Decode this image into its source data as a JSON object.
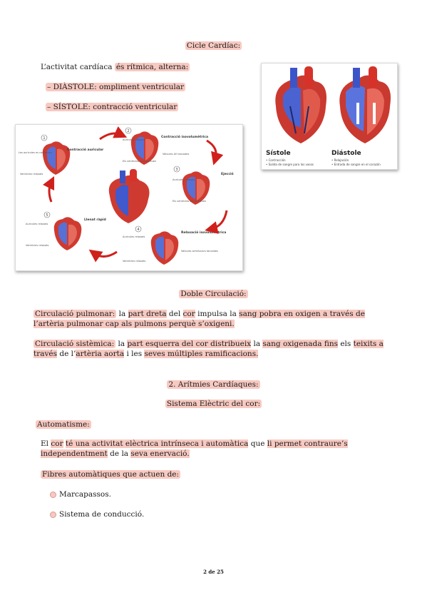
{
  "section1": {
    "title": "Cicle Cardíac:",
    "intro_prefix": "L’activitat cardíaca ",
    "intro_highlight": "és rítmica, alterna:",
    "items": [
      {
        "term": "– DIÀSTOLE:",
        "desc": " ompliment ventricular"
      },
      {
        "term": "– SÍSTOLE:",
        "desc": " contracció ventricular"
      }
    ]
  },
  "cycle_figure": {
    "steps": [
      {
        "num": "1",
        "label": "Contracció auricular",
        "notes": [
          "Les aurícules es contreuen",
          "Ventricles relaxats"
        ]
      },
      {
        "num": "2",
        "label": "Contracció isovolumètrica",
        "notes": [
          "Aurícules relaxats",
          "Vàlvules AV tancades",
          "Els ventricles es contreuen"
        ]
      },
      {
        "num": "3",
        "label": "Ejecció",
        "notes": [
          "Aurícules relaxats",
          "Els ventricles es contreuen"
        ]
      },
      {
        "num": "4",
        "label": "Relaxació isovolumètrica",
        "notes": [
          "Aurícules relaxats",
          "Vàlvules semilunars tancades",
          "Ventricles relaxats"
        ]
      },
      {
        "num": "5",
        "label": "Llenat ràpid",
        "notes": [
          "Aurícules relaxats",
          "Ventricles relaxats"
        ]
      }
    ]
  },
  "systole_figure": {
    "systole_title": "Sístole",
    "systole_notes": [
      "• Contracción",
      "• Salida de sangre para los vasos"
    ],
    "diastole_title": "Diástole",
    "diastole_notes": [
      "• Relajación",
      "• Entrada de sangre en el corazón"
    ]
  },
  "section2": {
    "title": "Doble Circulació:",
    "pulmonar": {
      "lead": "Circulació pulmonar:",
      "t1": " la ",
      "h1": "part dreta",
      "t2": " del ",
      "h2": "cor",
      "t3": " impulsa la ",
      "h3": "sang pobra en oxigen a través de l’artèria pulmonar cap als pulmons perquè s’oxigeni."
    },
    "sistemica": {
      "lead": "Circulació sistèmica:",
      "t1": " la ",
      "h1": "part esquerra del cor distribueix",
      "t2": " la ",
      "h2": "sang oxigenada fins",
      "t3": " els ",
      "h3": "teixits a través",
      "t4": " de l’",
      "h4": "artèria aorta",
      "t5": " i les ",
      "h5": "seves múltiples ramificacions."
    }
  },
  "section3": {
    "title": "2. Arítmies Cardíaques:",
    "subtitle": "Sistema Elèctric del cor:",
    "automatisme": "Automatisme:",
    "p_t1": "El ",
    "p_h1": "cor",
    "p_t2": " ",
    "p_h2": "té una activitat elèctrica intrínseca i automàtica",
    "p_t3": " que ",
    "p_h3": "li permet contraure’s independentment",
    "p_t4": " de la ",
    "p_h4": "seva enervació.",
    "fibres_intro": "Fibres automàtiques que actuen de:",
    "list": [
      "Marcapassos.",
      "Sistema de conducció."
    ]
  },
  "footer": {
    "page": "2 de 25"
  },
  "colors": {
    "highlight": "#f7c9c1",
    "arrow": "#d0201b",
    "venous": "#3b55c9",
    "arterial": "#d6322a"
  }
}
